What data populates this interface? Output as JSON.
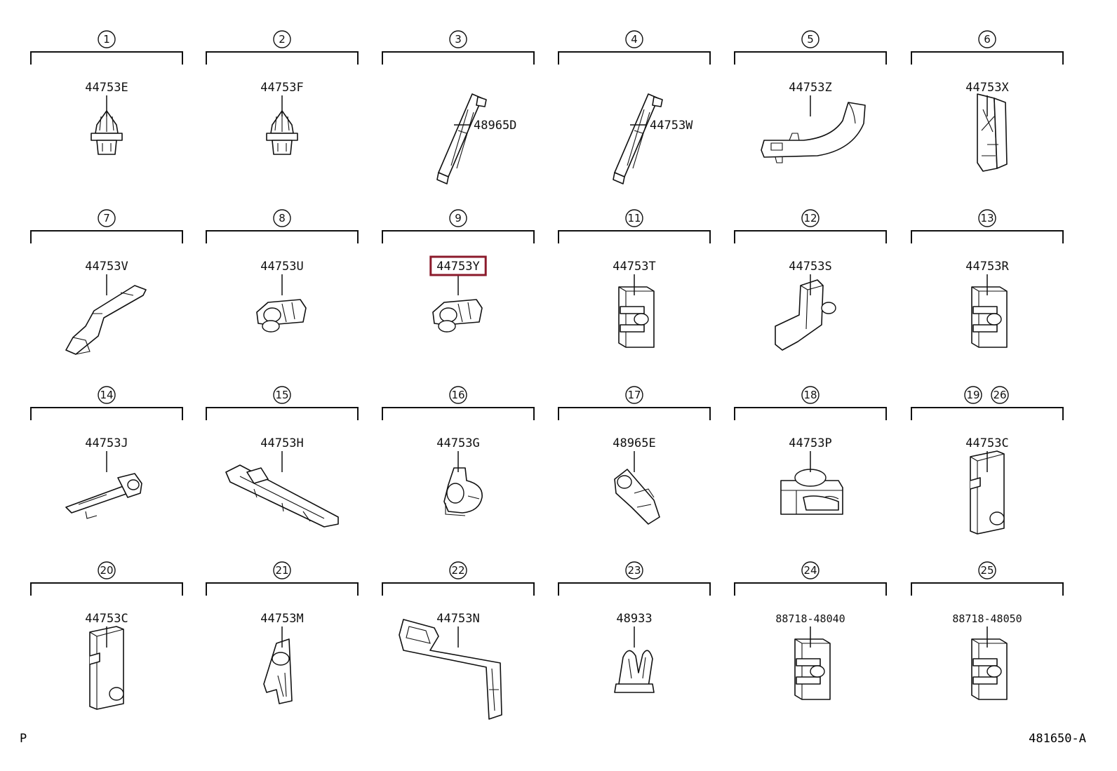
{
  "colors": {
    "highlight": "#8b1a2b",
    "ink": "#111111"
  },
  "cells": [
    {
      "num": "1",
      "parts": [
        {
          "code": "44753E"
        }
      ],
      "icon": "push-clip-icon"
    },
    {
      "num": "2",
      "parts": [
        {
          "code": "44753F"
        }
      ],
      "icon": "push-clip-icon"
    },
    {
      "num": "3",
      "parts": [
        {
          "code": "48965D"
        }
      ],
      "icon": "long-bracket-clamp-icon"
    },
    {
      "num": "4",
      "parts": [
        {
          "code": "44753W"
        }
      ],
      "icon": "long-bracket-clamp-icon"
    },
    {
      "num": "5",
      "parts": [
        {
          "code": "44753Z"
        }
      ],
      "icon": "curved-clamp-icon"
    },
    {
      "num": "6",
      "parts": [
        {
          "code": "44753X"
        }
      ],
      "icon": "tall-clamp-icon"
    },
    {
      "num": "7",
      "parts": [
        {
          "code": "44753V"
        }
      ],
      "icon": "bracket-clamp-icon"
    },
    {
      "num": "8",
      "parts": [
        {
          "code": "44753U"
        }
      ],
      "icon": "double-clip-icon"
    },
    {
      "num": "9",
      "parts": [
        {
          "code": "44753Y",
          "highlighted": true
        }
      ],
      "icon": "double-clip-icon"
    },
    {
      "num": "11",
      "parts": [
        {
          "code": "44753T"
        }
      ],
      "icon": "block-clamp-icon"
    },
    {
      "num": "12",
      "parts": [
        {
          "code": "44753S"
        }
      ],
      "icon": "l-bracket-clamp-icon"
    },
    {
      "num": "13",
      "parts": [
        {
          "code": "44753R"
        }
      ],
      "icon": "block-clamp-icon"
    },
    {
      "num": "14",
      "parts": [
        {
          "code": "44753J"
        }
      ],
      "icon": "flat-clamp-icon"
    },
    {
      "num": "15",
      "parts": [
        {
          "code": "44753H"
        }
      ],
      "icon": "long-flat-clamp-icon"
    },
    {
      "num": "16",
      "parts": [
        {
          "code": "44753G"
        }
      ],
      "icon": "round-clip-icon"
    },
    {
      "num": "17",
      "parts": [
        {
          "code": "48965E"
        }
      ],
      "icon": "angled-clip-icon"
    },
    {
      "num": "18",
      "parts": [
        {
          "code": "44753P"
        }
      ],
      "icon": "cylinder-clamp-icon"
    },
    {
      "num": "19",
      "num2": "26",
      "parts": [
        {
          "code": "44753C"
        }
      ],
      "icon": "post-clamp-icon"
    },
    {
      "num": "20",
      "parts": [
        {
          "code": "44753C"
        }
      ],
      "icon": "post-clamp-icon"
    },
    {
      "num": "21",
      "parts": [
        {
          "code": "44753M"
        }
      ],
      "icon": "hook-clamp-icon"
    },
    {
      "num": "22",
      "parts": [
        {
          "code": "44753N"
        }
      ],
      "icon": "frame-bracket-icon"
    },
    {
      "num": "23",
      "parts": [
        {
          "code": "48933"
        }
      ],
      "icon": "u-clip-icon"
    },
    {
      "num": "24",
      "parts": [
        {
          "code": "88718-48040"
        }
      ],
      "icon": "block-clamp-icon"
    },
    {
      "num": "25",
      "parts": [
        {
          "code": "88718-48050"
        }
      ],
      "icon": "block-clamp-icon"
    }
  ],
  "footer": {
    "left": "P",
    "right": "481650-A"
  }
}
